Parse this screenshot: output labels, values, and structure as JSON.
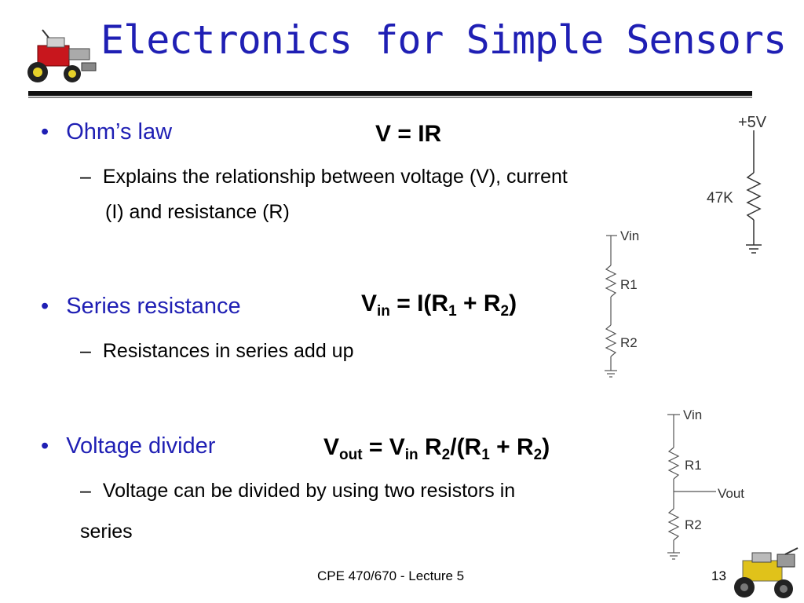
{
  "title": "Electronics for Simple Sensors",
  "bullets": [
    {
      "dot": "•",
      "label": "Ohm’s law",
      "equation": "V = IR",
      "sub_dash": "–",
      "sub_line1": "Explains the relationship between voltage (V), current",
      "sub_line2": "(I) and resistance (R)"
    },
    {
      "dot": "•",
      "label": "Series resistance",
      "equation": {
        "a": "V",
        "a_sub": "in",
        "b": " = I(R",
        "b_sub": "1",
        "c": " + R",
        "c_sub": "2",
        "d": ")"
      },
      "sub_dash": "–",
      "sub_line1": "Resistances in series add up"
    },
    {
      "dot": "•",
      "label": "Voltage divider",
      "equation": {
        "a": "V",
        "a_sub": "out",
        "b": " = V",
        "b_sub": "in",
        "c": " R",
        "c_sub": "2",
        "d": "/(R",
        "d_sub": "1",
        "e": " + R",
        "e_sub": "2",
        "f": ")"
      },
      "sub_dash": "–",
      "sub_line1": "Voltage can be divided by using two resistors in",
      "sub_line2": "series"
    }
  ],
  "circuits": {
    "ohm": {
      "supply": "+5V",
      "resistor": "47K"
    },
    "series": {
      "input": "Vin",
      "r1": "R1",
      "r2": "R2"
    },
    "divider": {
      "input": "Vin",
      "r1": "R1",
      "r2": "R2",
      "output": "Vout"
    }
  },
  "footer": {
    "course": "CPE 470/670 - Lecture 5",
    "page": "13"
  },
  "icons": [
    "robot-logo-icon",
    "robot-footer-icon"
  ],
  "colors": {
    "accent": "#1f1fb4"
  }
}
